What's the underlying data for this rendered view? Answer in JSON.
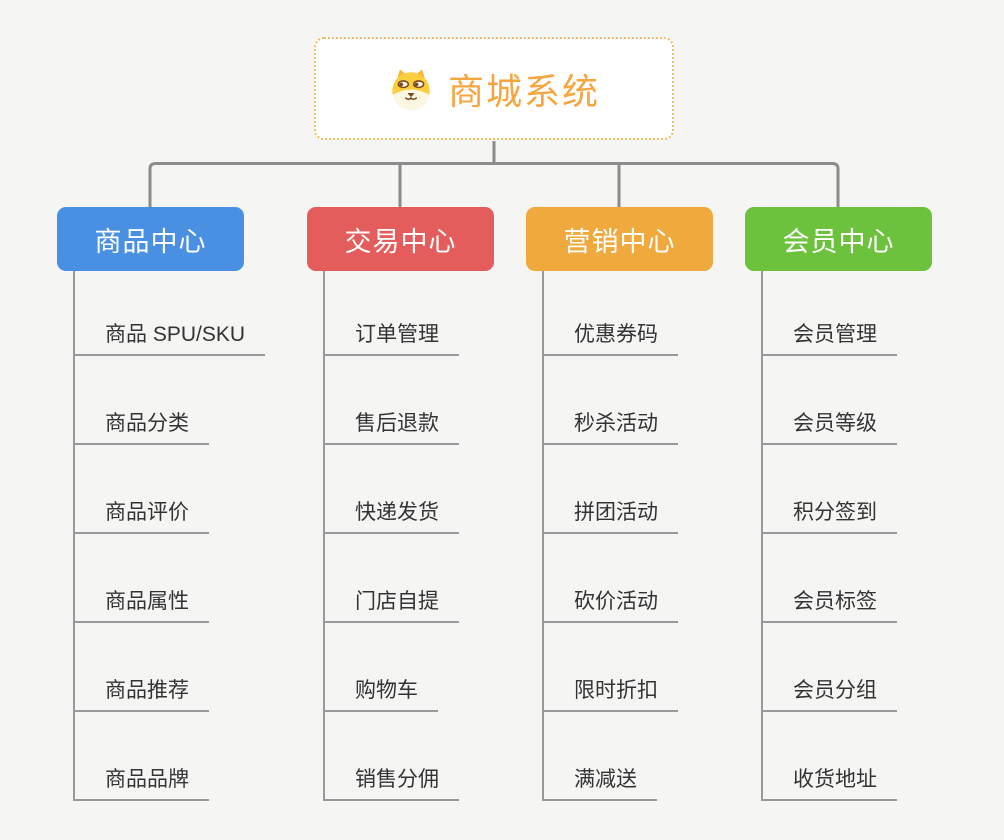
{
  "root": {
    "title": "商城系统",
    "icon": "shiba-dog-icon"
  },
  "branches": [
    {
      "label": "商品中心",
      "color": "#4a90e2",
      "children": [
        "商品 SPU/SKU",
        "商品分类",
        "商品评价",
        "商品属性",
        "商品推荐",
        "商品品牌"
      ]
    },
    {
      "label": "交易中心",
      "color": "#e45c5c",
      "children": [
        "订单管理",
        "售后退款",
        "快递发货",
        "门店自提",
        "购物车",
        "销售分佣"
      ]
    },
    {
      "label": "营销中心",
      "color": "#efa93d",
      "children": [
        "优惠券码",
        "秒杀活动",
        "拼团活动",
        "砍价活动",
        "限时折扣",
        "满减送"
      ]
    },
    {
      "label": "会员中心",
      "color": "#6cc13d",
      "children": [
        "会员管理",
        "会员等级",
        "积分签到",
        "会员标签",
        "会员分组",
        "收货地址"
      ]
    }
  ],
  "style_colors": {
    "background": "#f5f5f4",
    "root_text": "#f5a63f",
    "root_border": "#f2bd62",
    "connector": "#8c8c8c",
    "child_line": "#98999b",
    "child_text": "#333333"
  }
}
